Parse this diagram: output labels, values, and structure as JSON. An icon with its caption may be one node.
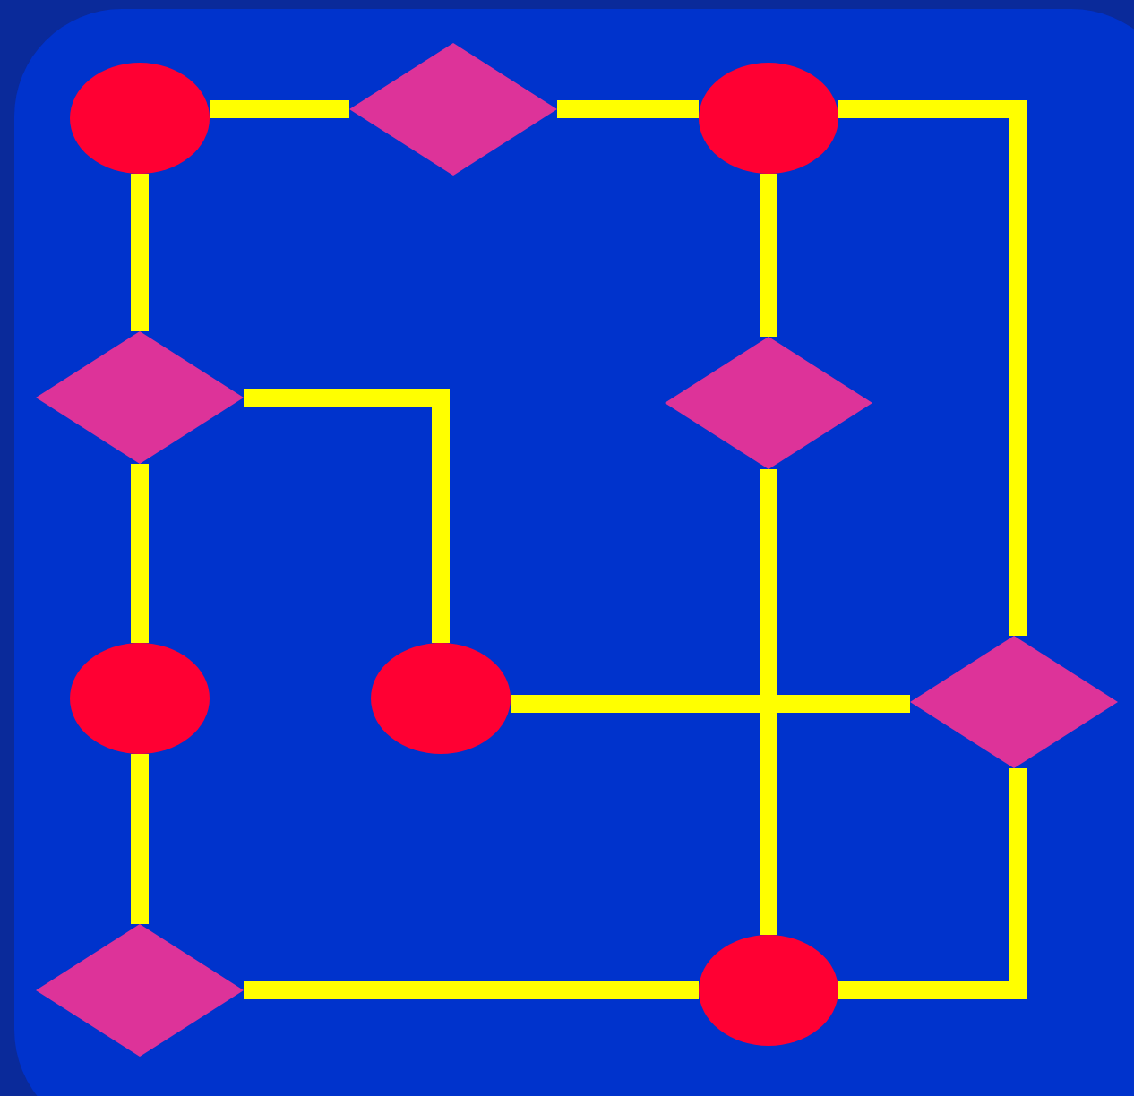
{
  "diagram": {
    "nodes": [
      {
        "text": [],
        "shape": "circle"
      },
      {
        "text": [],
        "shape": "diamond"
      },
      {
        "text": [],
        "shape": "circle"
      },
      {
        "text": [],
        "shape": "diamond"
      },
      {
        "text": [],
        "shape": "diamond"
      },
      {
        "text": [],
        "shape": "circle"
      },
      {
        "text": [],
        "shape": "circle"
      },
      {
        "text": [],
        "shape": "diamond"
      },
      {
        "text": [],
        "shape": "diamond"
      },
      {
        "text": [],
        "shape": "circle"
      }
    ],
    "edges": [
      {
        "from": 0,
        "to": 1,
        "arrow": "none"
      },
      {
        "from": 1,
        "to": 2,
        "arrow": "none"
      },
      {
        "from": 2,
        "to": 7,
        "arrow": "none"
      },
      {
        "from": 0,
        "to": 3,
        "arrow": "none"
      },
      {
        "from": 3,
        "to": 5,
        "arrow": "none"
      },
      {
        "from": 5,
        "to": 8,
        "arrow": "none"
      },
      {
        "from": 3,
        "to": 6,
        "arrow": "none"
      },
      {
        "from": 2,
        "to": 4,
        "arrow": "none"
      },
      {
        "from": 4,
        "to": 9,
        "arrow": "none"
      },
      {
        "from": 6,
        "to": 7,
        "arrow": "none"
      },
      {
        "from": 8,
        "to": 9,
        "arrow": "none"
      },
      {
        "from": 9,
        "to": 7,
        "arrow": "none"
      }
    ]
  }
}
